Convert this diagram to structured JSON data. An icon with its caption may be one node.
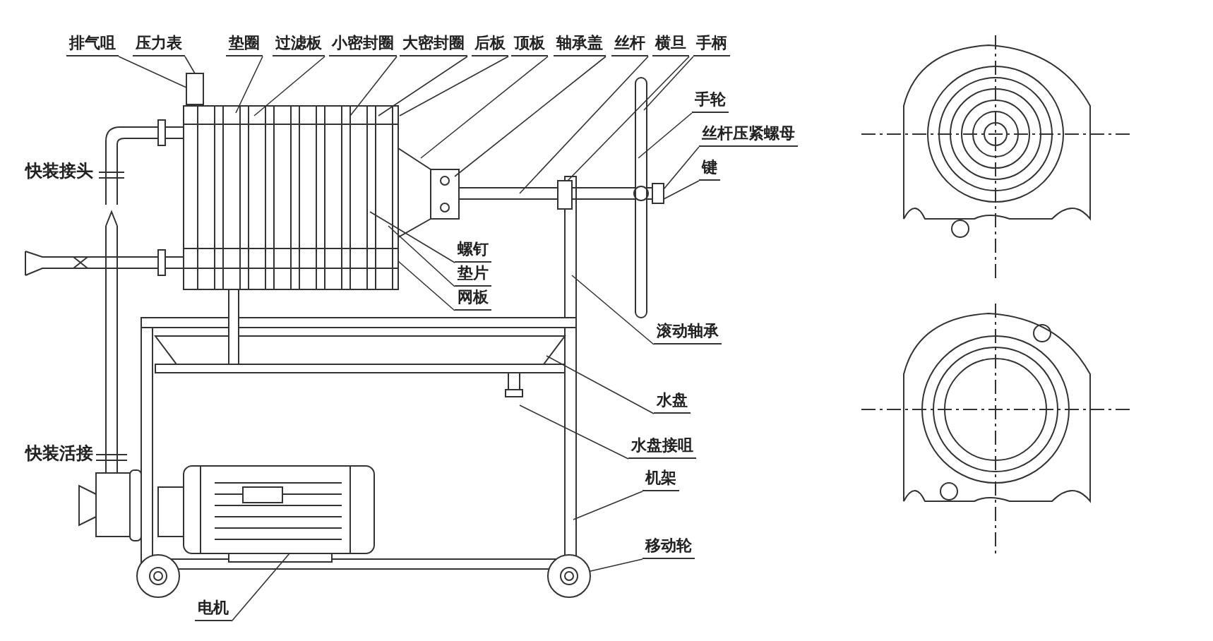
{
  "diagram": {
    "nodes": [
      {
        "text": [
          "排气咀"
        ]
      },
      {
        "text": [
          "压力表"
        ]
      },
      {
        "text": [
          "垫圈"
        ]
      },
      {
        "text": [
          "过滤板"
        ]
      },
      {
        "text": [
          "小密封圈"
        ]
      },
      {
        "text": [
          "大密封圈"
        ]
      },
      {
        "text": [
          "后板"
        ]
      },
      {
        "text": [
          "顶板"
        ]
      },
      {
        "text": [
          "轴承盖"
        ]
      },
      {
        "text": [
          "丝杆"
        ]
      },
      {
        "text": [
          "横旦"
        ]
      },
      {
        "text": [
          "手柄"
        ]
      },
      {
        "text": [
          "手轮"
        ]
      },
      {
        "text": [
          "丝杆压紧螺母"
        ]
      },
      {
        "text": [
          "键"
        ]
      },
      {
        "text": [
          "螺钉"
        ]
      },
      {
        "text": [
          "垫片"
        ]
      },
      {
        "text": [
          "网板"
        ]
      },
      {
        "text": [
          "滚动轴承"
        ]
      },
      {
        "text": [
          "水盘"
        ]
      },
      {
        "text": [
          "水盘接咀"
        ]
      },
      {
        "text": [
          "机架"
        ]
      },
      {
        "text": [
          "移动轮"
        ]
      },
      {
        "text": [
          "电机"
        ]
      },
      {
        "text": [],
        "shape": "box"
      },
      {
        "text": [],
        "shape": "box"
      },
      {
        "text": [],
        "shape": "box"
      },
      {
        "text": [],
        "shape": "circle"
      }
    ],
    "edges": [
      {
        "from": 0,
        "to": 24,
        "arrow": "none"
      },
      {
        "from": 1,
        "to": 24,
        "arrow": "none"
      },
      {
        "from": 2,
        "to": null,
        "arrow": "none"
      },
      {
        "from": 3,
        "to": null,
        "arrow": "none"
      },
      {
        "from": 4,
        "to": null,
        "arrow": "none"
      },
      {
        "from": 5,
        "to": null,
        "arrow": "none"
      },
      {
        "from": 6,
        "to": null,
        "arrow": "none"
      },
      {
        "from": 7,
        "to": null,
        "arrow": "none"
      },
      {
        "from": 8,
        "to": null,
        "arrow": "none"
      },
      {
        "from": 9,
        "to": null,
        "arrow": "none"
      },
      {
        "from": 10,
        "to": 25,
        "arrow": "none"
      },
      {
        "from": 11,
        "to": null,
        "arrow": "none"
      },
      {
        "from": 12,
        "to": null,
        "arrow": "none"
      },
      {
        "from": 13,
        "to": 26,
        "arrow": "none"
      },
      {
        "from": 14,
        "to": 26,
        "arrow": "none"
      },
      {
        "from": 15,
        "to": null,
        "arrow": "none"
      },
      {
        "from": 16,
        "to": null,
        "arrow": "none"
      },
      {
        "from": 17,
        "to": null,
        "arrow": "none"
      },
      {
        "from": 18,
        "to": null,
        "arrow": "none"
      },
      {
        "from": 19,
        "to": null,
        "arrow": "none"
      },
      {
        "from": 20,
        "to": null,
        "arrow": "none"
      },
      {
        "from": 21,
        "to": null,
        "arrow": "none"
      },
      {
        "from": 22,
        "to": 27,
        "arrow": "none"
      },
      {
        "from": 23,
        "to": null,
        "arrow": "none"
      }
    ],
    "labels": [
      "快装接头",
      "快装活接"
    ]
  }
}
